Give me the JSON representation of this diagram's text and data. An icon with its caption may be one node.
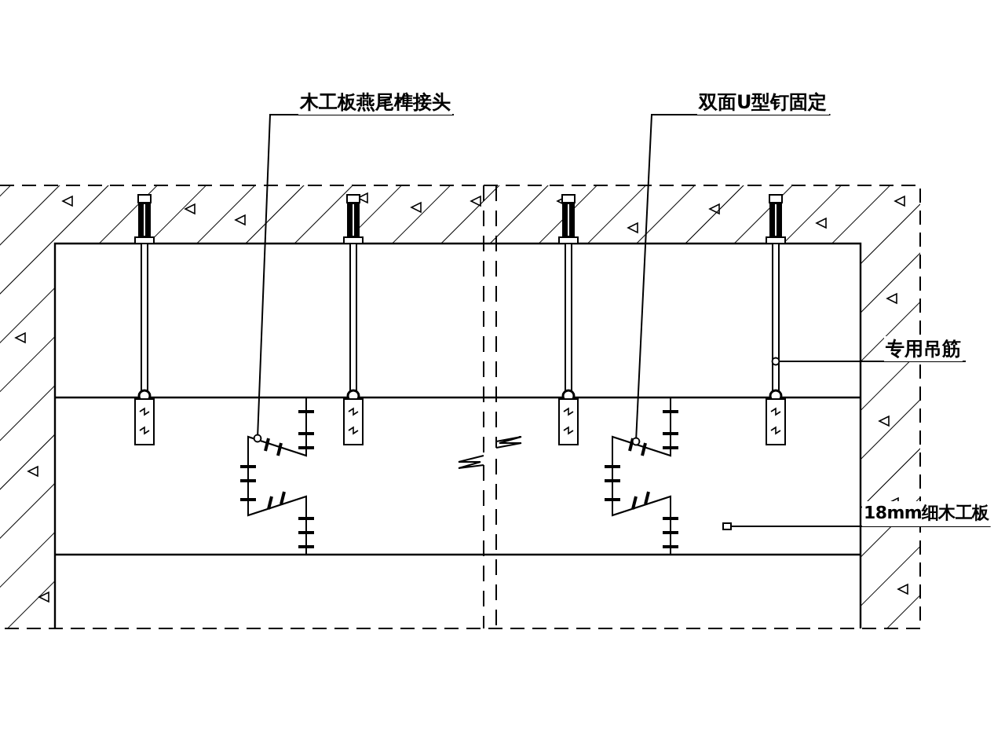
{
  "diagram": {
    "nodes": [
      {
        "text": [
          "木工板燕尾榫接头"
        ]
      },
      {
        "text": [
          "双面U型钉固定"
        ]
      },
      {
        "text": [
          "专用吊筋"
        ]
      },
      {
        "text": [
          "18mm细木工板"
        ]
      }
    ],
    "edges": [
      {
        "from": 0,
        "to": null,
        "arrow": "other"
      },
      {
        "from": 1,
        "to": null,
        "arrow": "other"
      },
      {
        "from": 2,
        "to": null,
        "arrow": "other"
      },
      {
        "from": 3,
        "to": null,
        "arrow": "other"
      }
    ]
  }
}
